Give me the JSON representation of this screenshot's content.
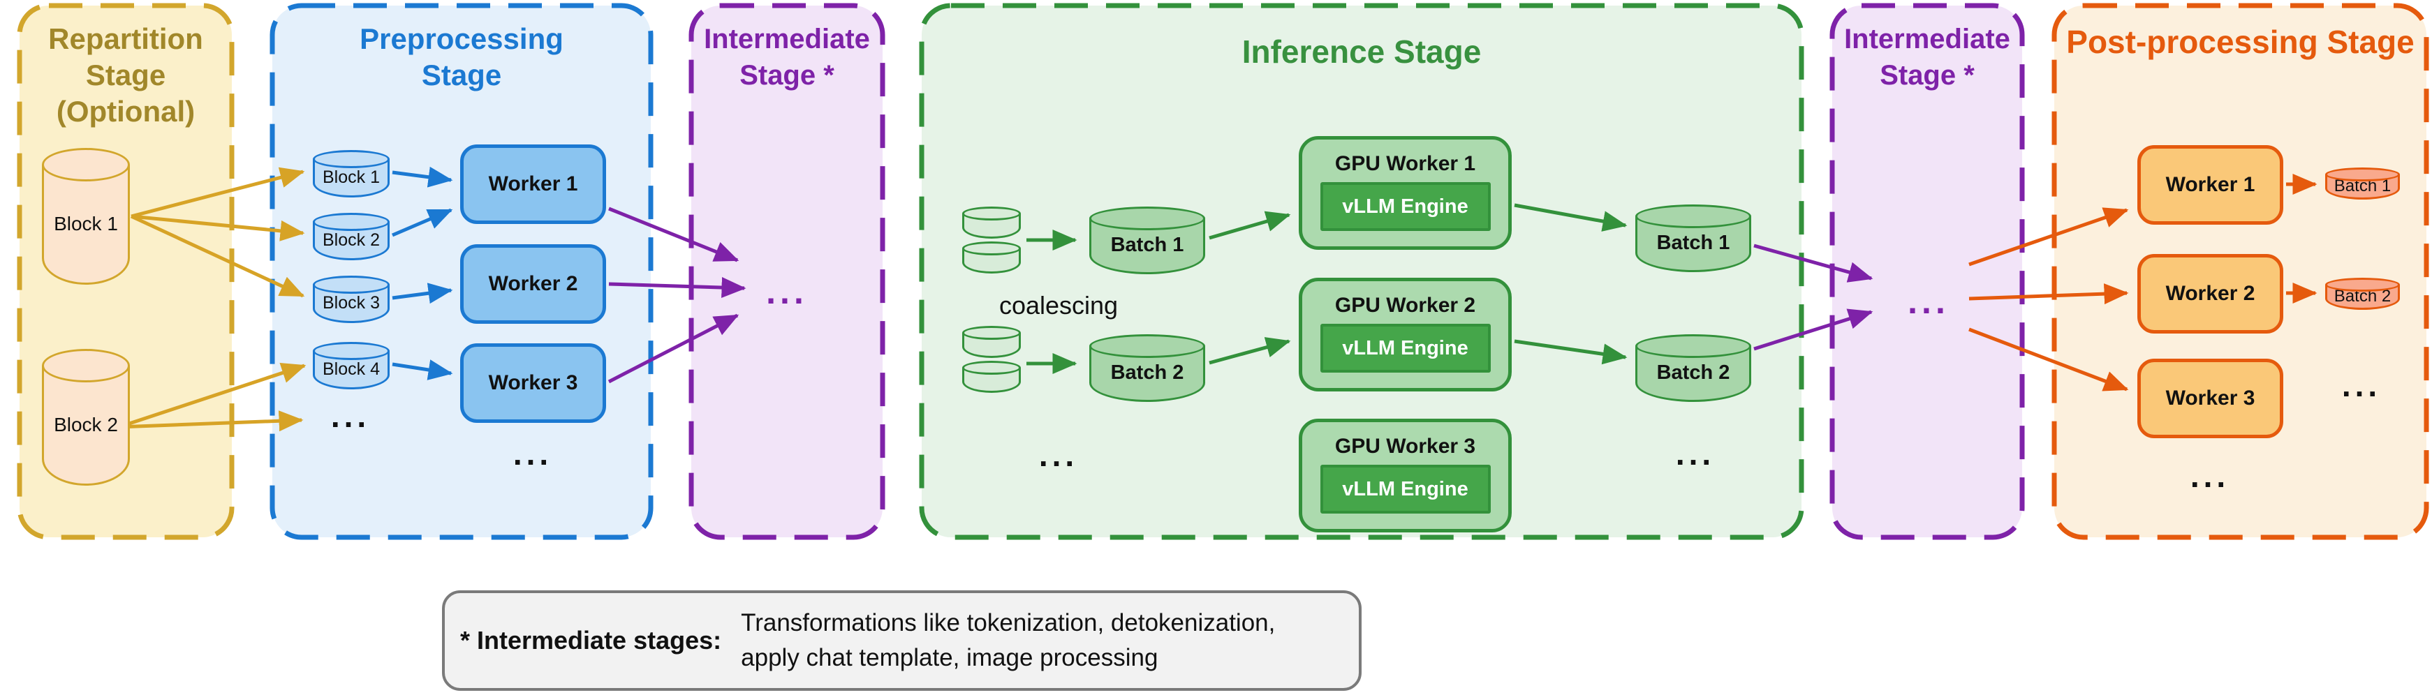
{
  "stages": {
    "repartition": {
      "title_lines": [
        "Repartition",
        "Stage",
        "(Optional)"
      ],
      "blocks": [
        "Block 1",
        "Block 2"
      ],
      "fill": "#FBF0CA",
      "border": "#D2A62C",
      "title_color": "#A1872A",
      "block_fill": "#FCE5CF"
    },
    "preprocessing": {
      "title_lines": [
        "Preprocessing",
        "Stage"
      ],
      "blocks": [
        "Block 1",
        "Block 2",
        "Block 3",
        "Block 4"
      ],
      "workers": [
        "Worker 1",
        "Worker 2",
        "Worker 3"
      ],
      "fill": "#E4F0FB",
      "border": "#1B79D2",
      "title_color": "#1B79D2",
      "block_fill": "#C3DFF7",
      "worker_fill": "#8AC4F0"
    },
    "intermediate1": {
      "title_lines": [
        "Intermediate",
        "Stage *"
      ],
      "fill": "#F2E4F8",
      "border": "#7E22A8",
      "title_color": "#7E22A8"
    },
    "inference": {
      "title": "Inference Stage",
      "coalescing_label": "coalescing",
      "input_batches": [
        "Batch 1",
        "Batch 2"
      ],
      "gpu_workers": [
        {
          "title": "GPU Worker 1",
          "engine": "vLLM Engine"
        },
        {
          "title": "GPU Worker 2",
          "engine": "vLLM Engine"
        },
        {
          "title": "GPU Worker 3",
          "engine": "vLLM Engine"
        }
      ],
      "output_batches": [
        "Batch 1",
        "Batch 2"
      ],
      "fill": "#E6F3E7",
      "border": "#33913B",
      "title_color": "#38913F",
      "small_cyl_fill": "#D8ECD9",
      "batch_fill": "#A8D6AA",
      "gpu_fill": "#ACDAAE",
      "engine_fill": "#45A64A",
      "engine_text_color": "#FFFFFF"
    },
    "intermediate2": {
      "title_lines": [
        "Intermediate",
        "Stage *"
      ],
      "fill": "#F2E4F8",
      "border": "#7E22A8",
      "title_color": "#7E22A8"
    },
    "postprocessing": {
      "title": "Post-processing Stage",
      "workers": [
        "Worker 1",
        "Worker 2",
        "Worker 3"
      ],
      "batches": [
        "Batch 1",
        "Batch 2"
      ],
      "fill": "#FCF0DD",
      "border": "#E55A0D",
      "title_color": "#E55A0D",
      "worker_fill": "#FAC878",
      "batch_fill": "#F9A98D"
    }
  },
  "misc": {
    "ellipsis": "..."
  },
  "footnote": {
    "label": "* Intermediate stages:",
    "lines": [
      "Transformations like tokenization, detokenization,",
      "apply chat template, image processing"
    ],
    "fill": "#F2F2F2",
    "border": "#7A7A7A"
  },
  "arrow_colors": {
    "gold": "#D7A326",
    "blue": "#1B79D2",
    "purple": "#7E22A8",
    "green": "#33913B",
    "orange": "#E55A0D"
  }
}
